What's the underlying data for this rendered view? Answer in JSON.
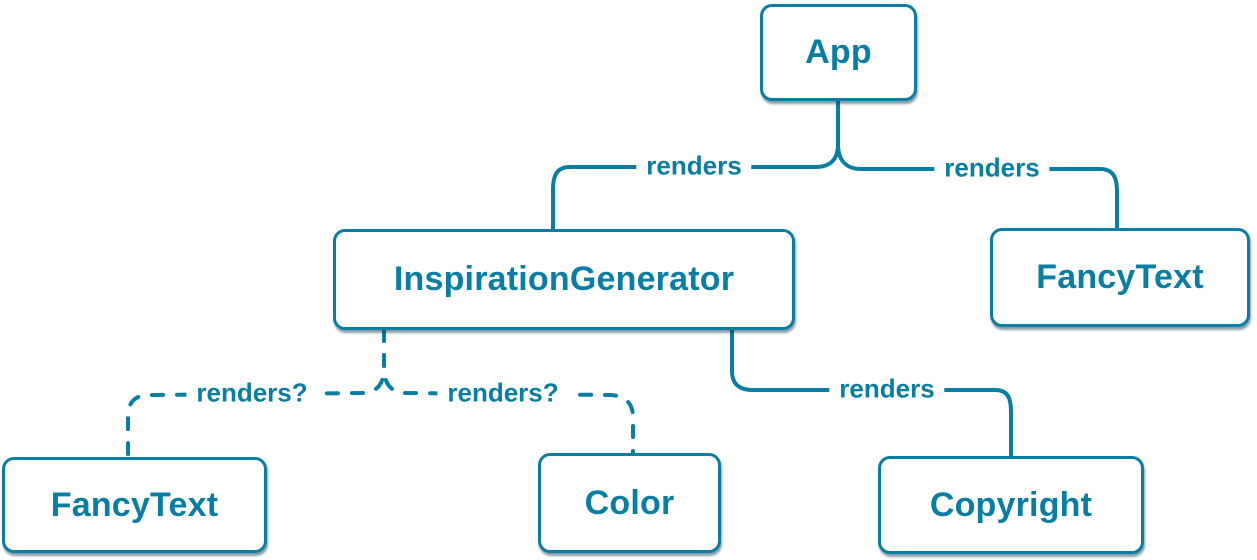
{
  "diagram": {
    "type": "component-tree",
    "colors": {
      "accent": "#087EA4",
      "box_fill": "#FFFFFF",
      "background": "#FFFFFF"
    },
    "nodes": [
      {
        "id": "app",
        "label": "App"
      },
      {
        "id": "inspiration-generator",
        "label": "InspirationGenerator"
      },
      {
        "id": "fancy-text-top",
        "label": "FancyText"
      },
      {
        "id": "fancy-text-bottom",
        "label": "FancyText"
      },
      {
        "id": "color",
        "label": "Color"
      },
      {
        "id": "copyright",
        "label": "Copyright"
      }
    ],
    "edges": [
      {
        "from": "App",
        "to": "InspirationGenerator",
        "label": "renders",
        "style": "solid"
      },
      {
        "from": "App",
        "to": "FancyText",
        "label": "renders",
        "style": "solid"
      },
      {
        "from": "InspirationGenerator",
        "to": "FancyText",
        "label": "renders?",
        "style": "dashed"
      },
      {
        "from": "InspirationGenerator",
        "to": "Color",
        "label": "renders?",
        "style": "dashed"
      },
      {
        "from": "InspirationGenerator",
        "to": "Copyright",
        "label": "renders",
        "style": "solid"
      }
    ]
  }
}
